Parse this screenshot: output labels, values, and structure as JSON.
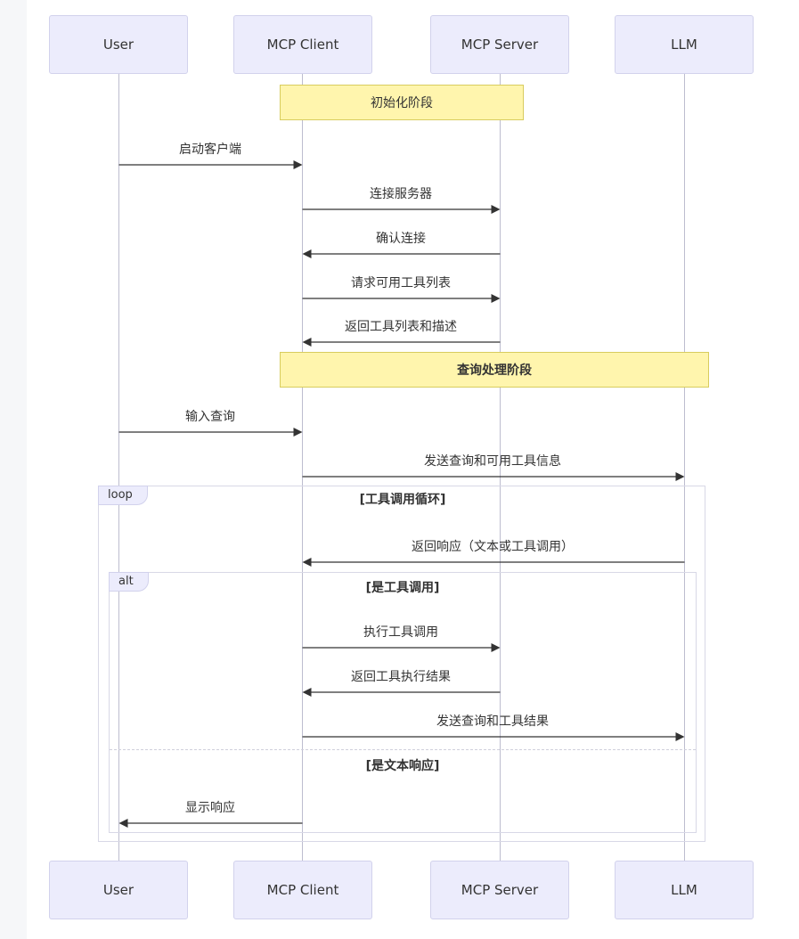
{
  "participants": [
    "User",
    "MCP Client",
    "MCP Server",
    "LLM"
  ],
  "notes": [
    {
      "text": "初始化阶段",
      "bold": false
    },
    {
      "text": "查询处理阶段",
      "bold": true
    }
  ],
  "messages": [
    {
      "from": 0,
      "to": 1,
      "text": "启动客户端"
    },
    {
      "from": 1,
      "to": 2,
      "text": "连接服务器"
    },
    {
      "from": 2,
      "to": 1,
      "text": "确认连接"
    },
    {
      "from": 1,
      "to": 2,
      "text": "请求可用工具列表"
    },
    {
      "from": 2,
      "to": 1,
      "text": "返回工具列表和描述"
    },
    {
      "from": 0,
      "to": 1,
      "text": "输入查询"
    },
    {
      "from": 1,
      "to": 3,
      "text": "发送查询和可用工具信息"
    },
    {
      "from": 3,
      "to": 1,
      "text": "返回响应（文本或工具调用）"
    },
    {
      "from": 1,
      "to": 2,
      "text": "执行工具调用"
    },
    {
      "from": 2,
      "to": 1,
      "text": "返回工具执行结果"
    },
    {
      "from": 1,
      "to": 3,
      "text": "发送查询和工具结果"
    },
    {
      "from": 1,
      "to": 0,
      "text": "显示响应"
    }
  ],
  "loop": {
    "tag": "loop",
    "condition": "[工具调用循环]"
  },
  "alt": {
    "tag": "alt",
    "condition": "[是工具调用]",
    "else_condition": "[是文本响应]"
  },
  "colors": {
    "actor_fill": "#ececfc",
    "note_fill": "#fff5ad",
    "line": "#333333",
    "lifeline": "#bdbdcf"
  }
}
